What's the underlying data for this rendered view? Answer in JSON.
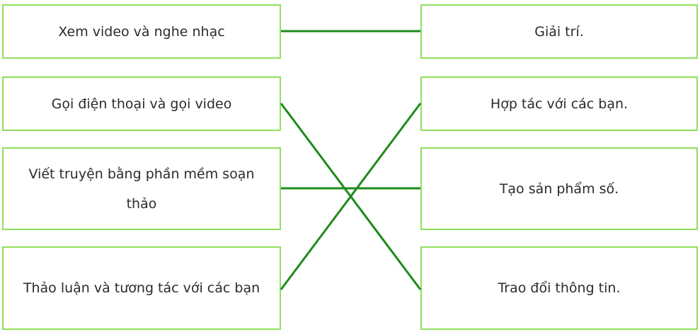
{
  "colors": {
    "box_border": "#8fe05a",
    "connector": "#1e8a1e",
    "text": "#2b2b2b"
  },
  "left_items": [
    {
      "label": "Xem video và nghe nhạc"
    },
    {
      "label": "Gọi điện thoại và gọi video"
    },
    {
      "label": "Viết truyện bằng phần mềm soạn thảo"
    },
    {
      "label": "Thảo luận và tương tác với các bạn"
    }
  ],
  "right_items": [
    {
      "label": "Giải trí."
    },
    {
      "label": "Hợp tác với các bạn."
    },
    {
      "label": "Tạo sản phẩm số."
    },
    {
      "label": "Trao đổi thông tin."
    }
  ],
  "connections": [
    {
      "from": 0,
      "to": 0
    },
    {
      "from": 1,
      "to": 3
    },
    {
      "from": 2,
      "to": 2
    },
    {
      "from": 3,
      "to": 1
    }
  ]
}
